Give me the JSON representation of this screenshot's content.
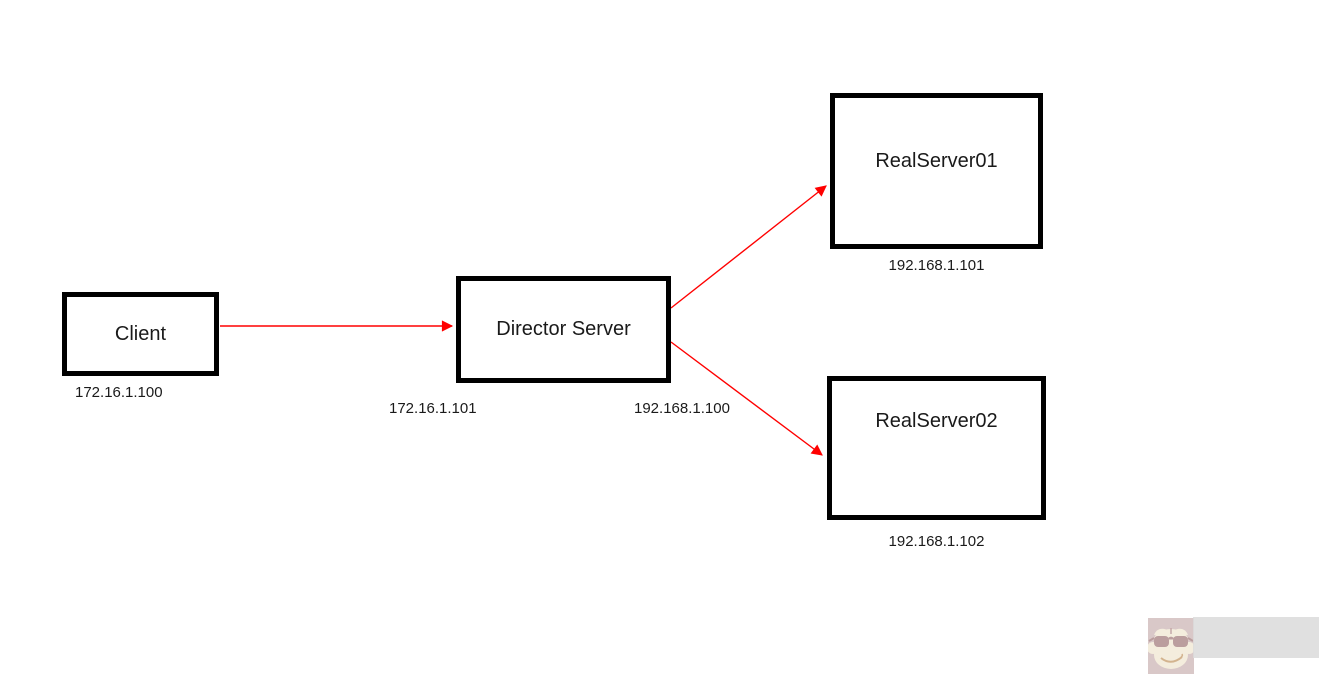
{
  "diagram": {
    "nodes": {
      "client": {
        "label": "Client",
        "ip": "172.16.1.100"
      },
      "director": {
        "label": "Director Server",
        "ip_left": "172.16.1.101",
        "ip_right": "192.168.1.100"
      },
      "realserver01": {
        "label": "RealServer01",
        "ip": "192.168.1.101"
      },
      "realserver02": {
        "label": "RealServer02",
        "ip": "192.168.1.102"
      }
    },
    "edges": [
      {
        "from": "Client",
        "to": "Director Server"
      },
      {
        "from": "Director Server",
        "to": "RealServer01"
      },
      {
        "from": "Director Server",
        "to": "RealServer02"
      }
    ],
    "colors": {
      "arrow": "#ff0000",
      "box_border": "#000000",
      "text": "#1a1a1a",
      "background": "#ffffff"
    }
  },
  "watermark": {
    "icon": "monkey-sunglasses-logo"
  }
}
